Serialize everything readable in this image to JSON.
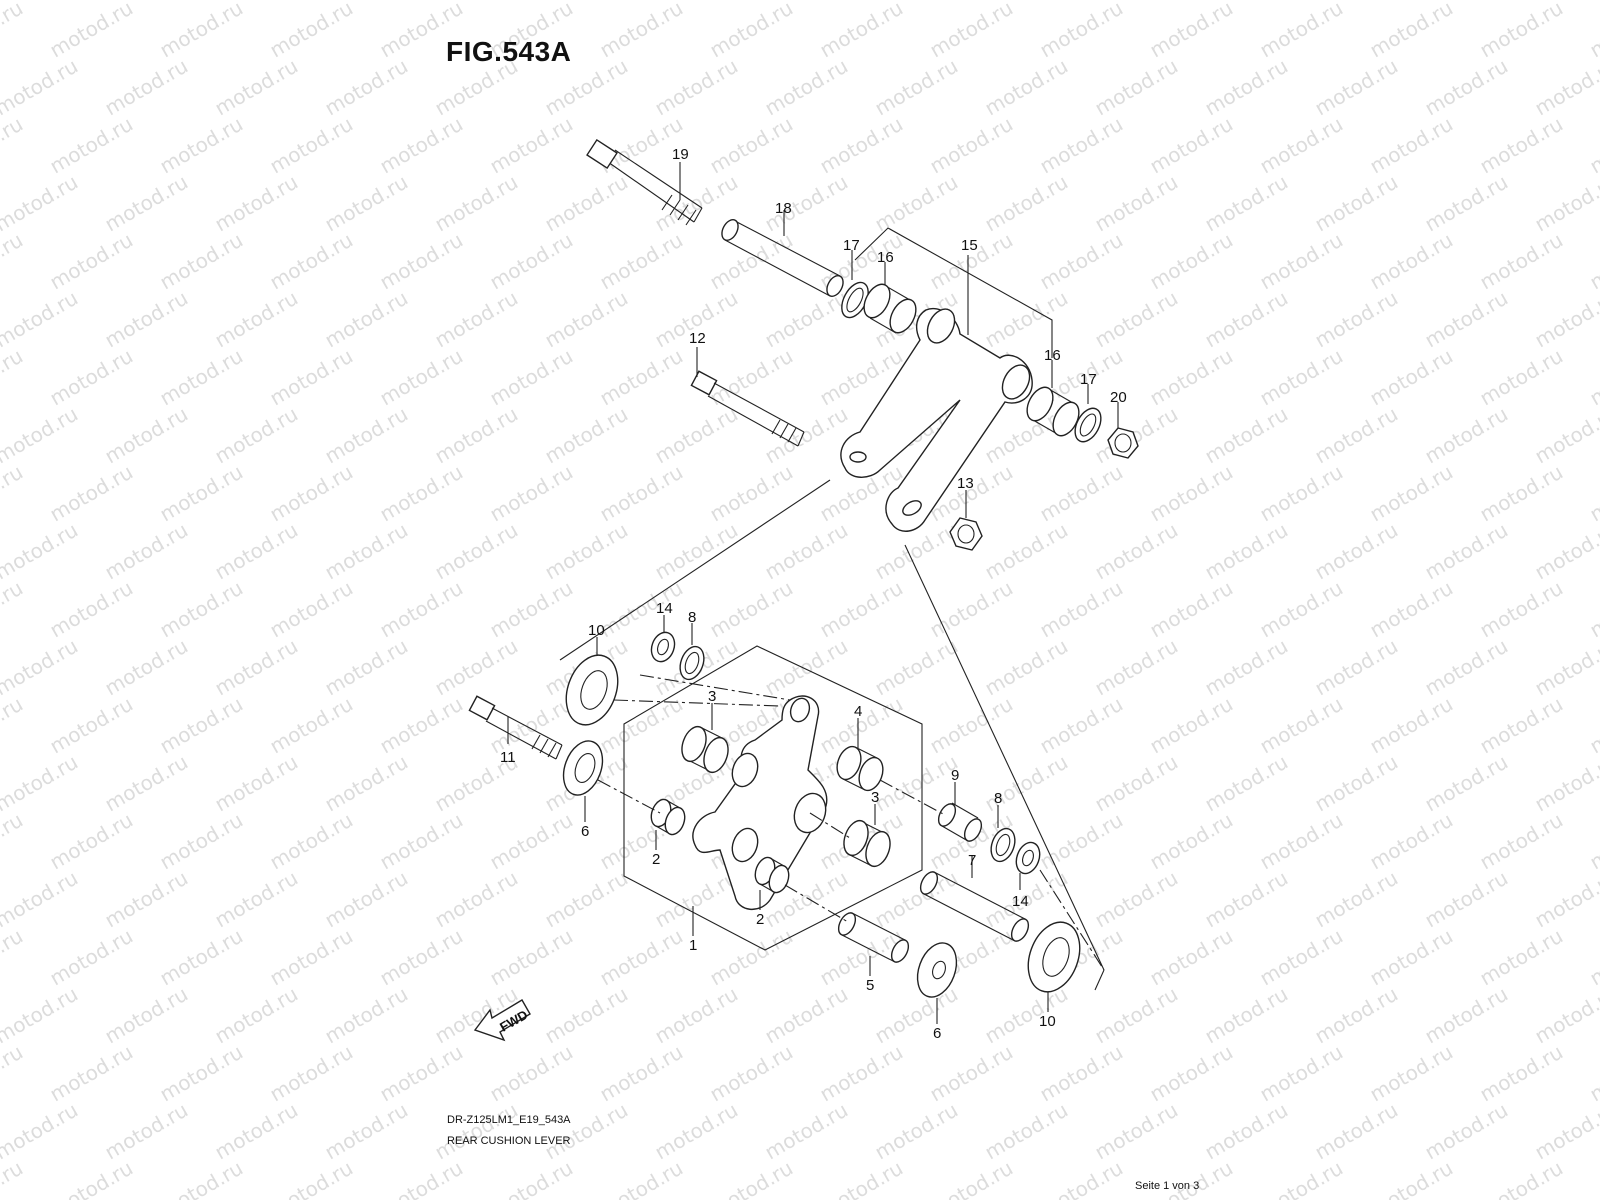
{
  "watermark": {
    "text": "motod.ru"
  },
  "figure": {
    "title": "FIG.543A"
  },
  "footer": {
    "model_code": "DR-Z125LM1_E19_543A",
    "description": "REAR CUSHION LEVER",
    "page": "Seite 1 von 3"
  },
  "fwd_label": "FWD",
  "callouts": {
    "c1": "1",
    "c2a": "2",
    "c2b": "2",
    "c3a": "3",
    "c3b": "3",
    "c4": "4",
    "c5": "5",
    "c6a": "6",
    "c6b": "6",
    "c7": "7",
    "c8a": "8",
    "c8b": "8",
    "c9": "9",
    "c10a": "10",
    "c10b": "10",
    "c11": "11",
    "c12": "12",
    "c13": "13",
    "c14a": "14",
    "c14b": "14",
    "c15": "15",
    "c16a": "16",
    "c16b": "16",
    "c17a": "17",
    "c17b": "17",
    "c18": "18",
    "c19": "19",
    "c20": "20"
  }
}
